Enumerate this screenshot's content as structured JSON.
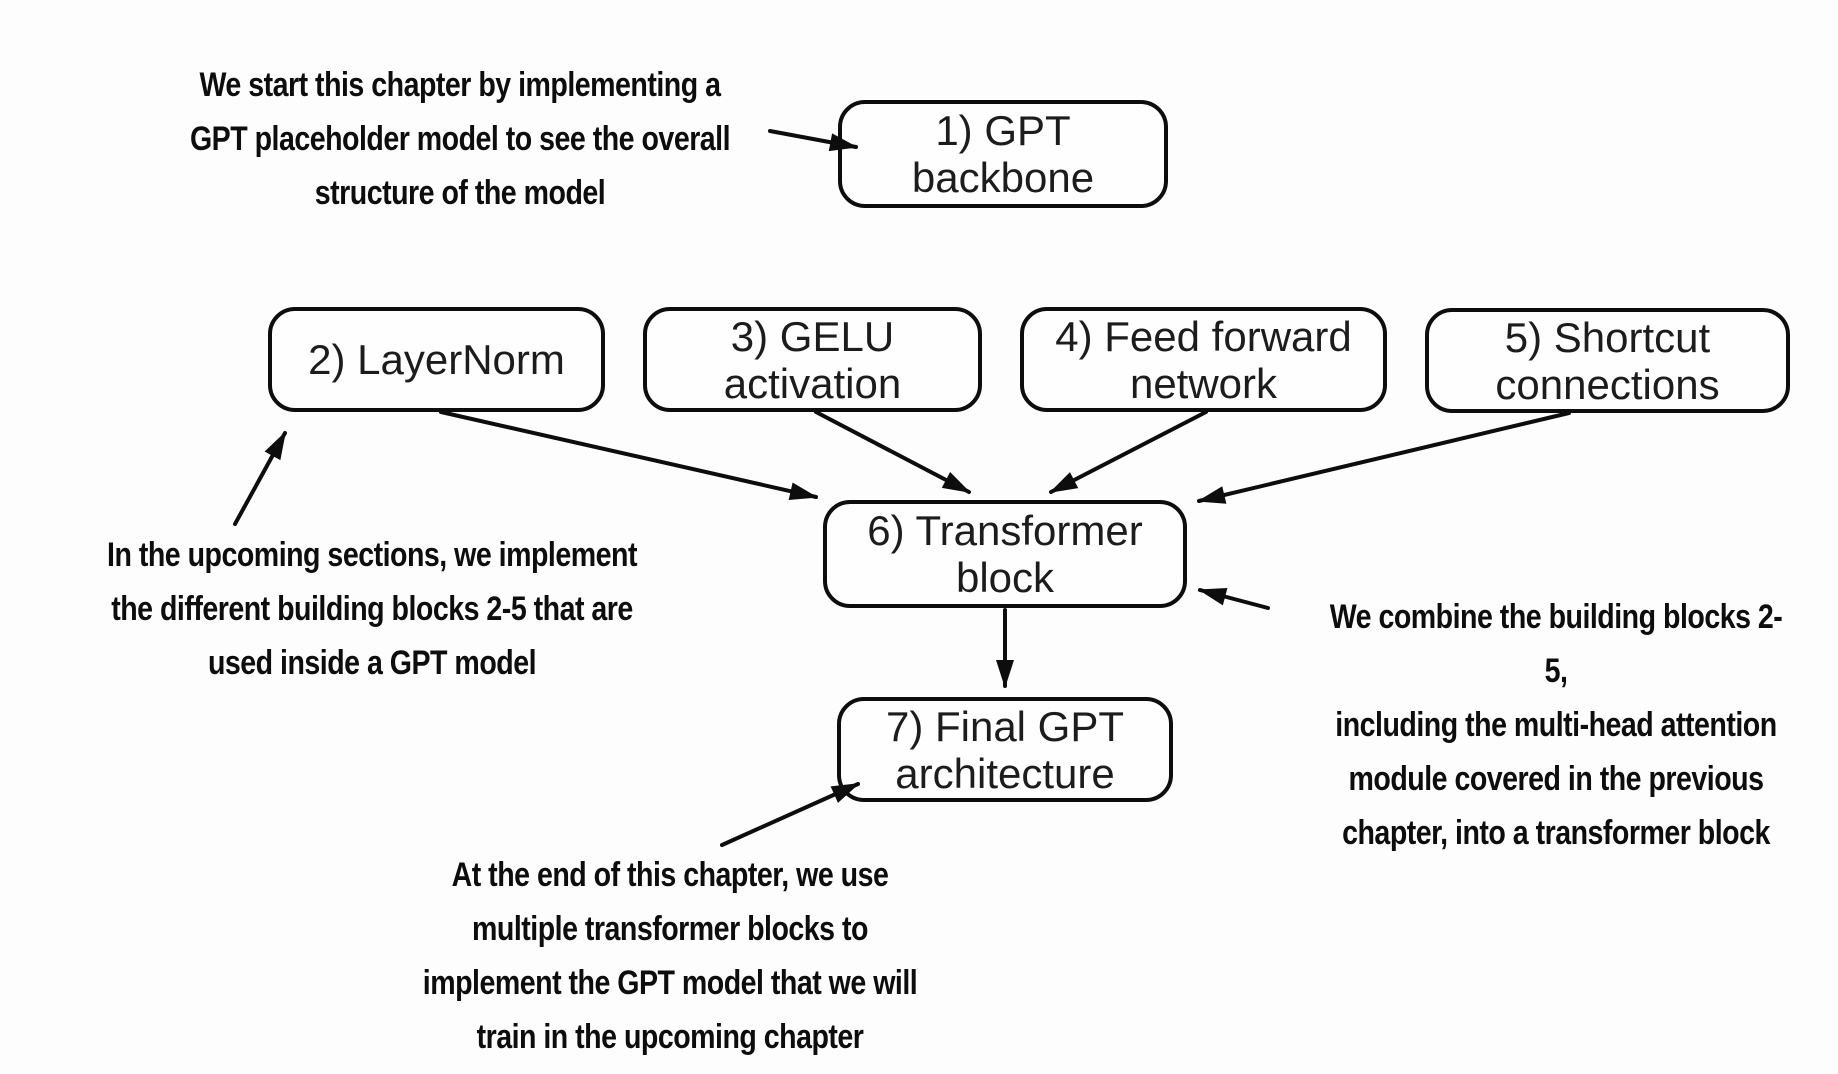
{
  "diagram": {
    "background_color": "#fdfdfd",
    "stroke_color": "#0d0d0d",
    "text_color": "#1c1c1c",
    "nodes": [
      {
        "id": "gpt-backbone",
        "label": "1) GPT\nbackbone"
      },
      {
        "id": "layernorm",
        "label": "2) LayerNorm"
      },
      {
        "id": "gelu-activation",
        "label": "3) GELU\nactivation"
      },
      {
        "id": "feed-forward-network",
        "label": "4) Feed forward\nnetwork"
      },
      {
        "id": "shortcut-connections",
        "label": "5) Shortcut\nconnections"
      },
      {
        "id": "transformer-block",
        "label": "6) Transformer\nblock"
      },
      {
        "id": "final-gpt-architecture",
        "label": "7) Final GPT\narchitecture"
      }
    ],
    "edges": [
      {
        "from": "layernorm",
        "to": "transformer-block"
      },
      {
        "from": "gelu-activation",
        "to": "transformer-block"
      },
      {
        "from": "feed-forward-network",
        "to": "transformer-block"
      },
      {
        "from": "shortcut-connections",
        "to": "transformer-block"
      },
      {
        "from": "transformer-block",
        "to": "final-gpt-architecture"
      }
    ],
    "annotations": [
      {
        "id": "note-gpt-backbone",
        "points_to": "gpt-backbone",
        "text": "We start this chapter by implementing a\nGPT placeholder model to see the overall\nstructure of the model"
      },
      {
        "id": "note-building-blocks",
        "points_to": "layernorm",
        "text": "In the upcoming sections, we implement\nthe different building blocks 2-5 that are\nused inside a GPT model"
      },
      {
        "id": "note-transformer-block",
        "points_to": "transformer-block",
        "text": "We combine the building blocks 2-5,\nincluding the multi-head attention\nmodule covered in the previous\nchapter, into a transformer block"
      },
      {
        "id": "note-final-gpt",
        "points_to": "final-gpt-architecture",
        "text": "At the end of this chapter, we use\nmultiple transformer blocks to\nimplement the GPT model that we will\ntrain in the upcoming chapter"
      }
    ]
  }
}
